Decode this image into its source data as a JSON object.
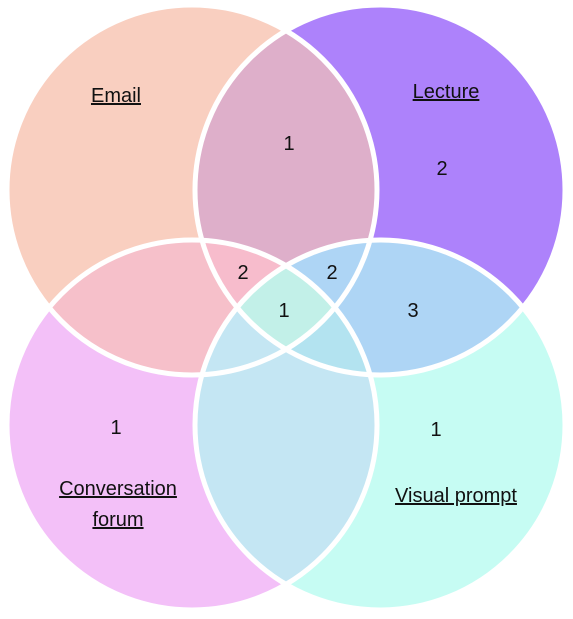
{
  "sets": {
    "email": {
      "label": "Email",
      "color": "#f9cfc0"
    },
    "lecture": {
      "label": "Lecture",
      "color": "#ad82fb"
    },
    "conversation_forum": {
      "label_line1": "Conversation",
      "label_line2": "forum",
      "color": "#f3c0f8"
    },
    "visual_prompt": {
      "label": "Visual prompt",
      "color": "#c6fcf3"
    }
  },
  "region_colors": {
    "email_lecture": "#deafca",
    "email_forum": "#f6c0ca",
    "email_lecture_forum": "#f7bccc",
    "lecture_visual": "#aed5f5",
    "lecture_forum_visual": "#b3e3f0",
    "forum_visual": "#c4e6f3",
    "all_four": "#c2f0e8",
    "outline": "#ffffff"
  },
  "counts": {
    "lecture_only": "2",
    "email_lecture": "1",
    "email_lecture_forum": "2",
    "email_lecture_visual": "2",
    "all_four": "1",
    "lecture_visual": "3",
    "forum_only": "1",
    "visual_only": "1"
  }
}
